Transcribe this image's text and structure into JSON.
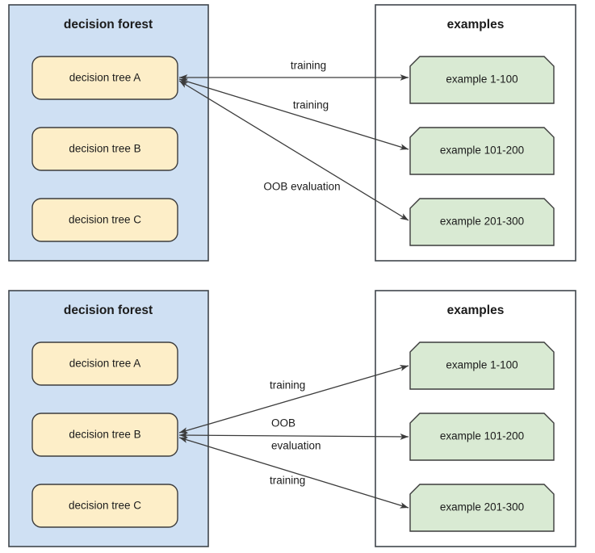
{
  "meta": {
    "colors": {
      "forest_panel_fill": "#cfe0f3",
      "examples_panel_fill": "#ffffff",
      "tree_box_fill": "#fdeec8",
      "example_box_fill": "#d9ead3",
      "box_stroke": "#3c3c3c",
      "panel_stroke": "#40464c",
      "text": "#1b1b1b",
      "background": "#ffffff"
    }
  },
  "panels": [
    {
      "id": "panel-tree-a",
      "forest": {
        "title": "decision forest",
        "trees": [
          {
            "id": "tree-a",
            "label": "decision tree A",
            "active": true
          },
          {
            "id": "tree-b",
            "label": "decision tree B",
            "active": false
          },
          {
            "id": "tree-c",
            "label": "decision tree C",
            "active": false
          }
        ]
      },
      "examples": {
        "title": "examples",
        "items": [
          {
            "id": "example-1-100",
            "label": "example 1-100"
          },
          {
            "id": "example-101-200",
            "label": "example 101-200"
          },
          {
            "id": "example-201-300",
            "label": "example 201-300"
          }
        ]
      },
      "edges": [
        {
          "id": "edge-a-1",
          "from": "tree-a",
          "to": "example-1-100",
          "label": "training",
          "label_lines": [
            "training"
          ]
        },
        {
          "id": "edge-a-2",
          "from": "tree-a",
          "to": "example-101-200",
          "label": "training",
          "label_lines": [
            "training"
          ]
        },
        {
          "id": "edge-a-3",
          "from": "tree-a",
          "to": "example-201-300",
          "label": "OOB evaluation",
          "label_lines": [
            "OOB evaluation"
          ]
        }
      ]
    },
    {
      "id": "panel-tree-b",
      "forest": {
        "title": "decision forest",
        "trees": [
          {
            "id": "tree-a",
            "label": "decision tree A",
            "active": false
          },
          {
            "id": "tree-b",
            "label": "decision tree B",
            "active": true
          },
          {
            "id": "tree-c",
            "label": "decision tree C",
            "active": false
          }
        ]
      },
      "examples": {
        "title": "examples",
        "items": [
          {
            "id": "example-1-100",
            "label": "example 1-100"
          },
          {
            "id": "example-101-200",
            "label": "example 101-200"
          },
          {
            "id": "example-201-300",
            "label": "example 201-300"
          }
        ]
      },
      "edges": [
        {
          "id": "edge-b-1",
          "from": "tree-b",
          "to": "example-1-100",
          "label": "training",
          "label_lines": [
            "training"
          ]
        },
        {
          "id": "edge-b-2",
          "from": "tree-b",
          "to": "example-101-200",
          "label": "OOB evaluation",
          "label_lines": [
            "OOB",
            "evaluation"
          ]
        },
        {
          "id": "edge-b-3",
          "from": "tree-b",
          "to": "example-201-300",
          "label": "training",
          "label_lines": [
            "training"
          ]
        }
      ]
    }
  ]
}
